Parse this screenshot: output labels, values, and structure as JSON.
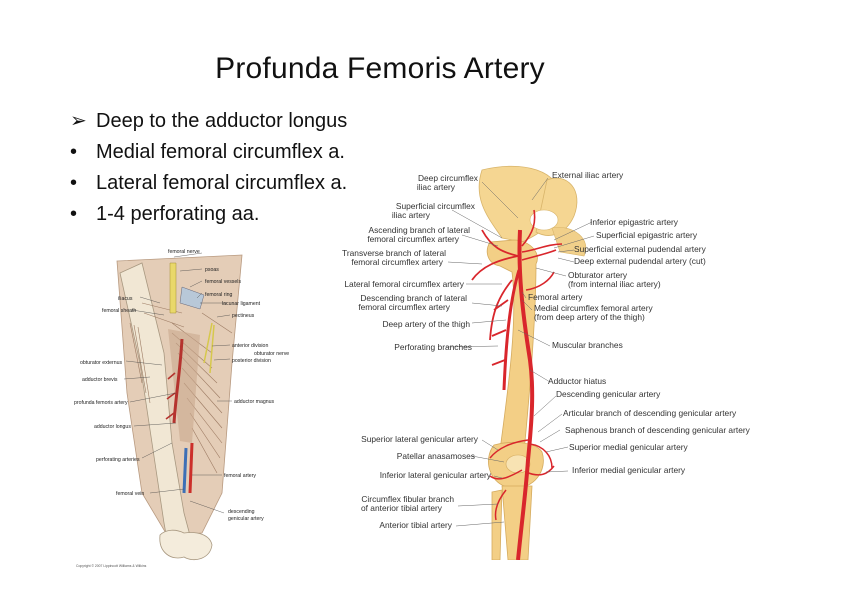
{
  "slide": {
    "title": "Profunda Femoris Artery",
    "bullets": [
      {
        "marker": "➢",
        "text": "Deep to the adductor longus"
      },
      {
        "marker": "•",
        "text": "Medial femoral circumflex a."
      },
      {
        "marker": "•",
        "text": "Lateral femoral circumflex a."
      },
      {
        "marker": "•",
        "text": "1-4 perforating aa."
      }
    ]
  },
  "figure_left": {
    "labels": {
      "femoral_nerve": "femoral nerve",
      "psoas": "psoas",
      "femoral_vessels": "femoral vessels",
      "iliacus": "iliacus",
      "femoral_ring": "femoral ring",
      "lacunar_ligament": "lacunar ligament",
      "femoral_sheath": "femoral sheath",
      "pectineus": "pectineus",
      "anterior_division": "anterior division",
      "obturator_nerve": "obturator nerve",
      "obturator_externus": "obturator externus",
      "posterior_division": "posterior division",
      "adductor_brevis": "adductor brevis",
      "profunda_femoris_artery": "profunda femoris artery",
      "adductor_magnus": "adductor magnus",
      "adductor_longus": "adductor longus",
      "perforating_arteries": "perforating arteries",
      "femoral_artery": "femoral artery",
      "femoral_vein": "femoral vein",
      "descending_genicular_artery_1": "descending",
      "descending_genicular_artery_2": "genicular artery",
      "copyright": "Copyright © 2007 Lippincott Williams & Wilkins"
    }
  },
  "figure_right": {
    "labels_left": [
      "Deep circumflex",
      "iliac artery",
      "Superficial circumflex",
      "iliac artery",
      "Ascending branch of lateral",
      "femoral circumflex artery",
      "Transverse branch of lateral",
      "femoral circumflex artery",
      "Lateral femoral circumflex artery",
      "Descending branch of lateral",
      "femoral circumflex artery",
      "Deep artery of the thigh",
      "Perforating branches",
      "Superior lateral genicular artery",
      "Patellar anasamoses",
      "Inferior lateral genicular artery",
      "Circumflex fibular branch",
      "of anterior tibial artery",
      "Anterior tibial artery"
    ],
    "labels_right": [
      "External iliac artery",
      "Inferior epigastric artery",
      "Superficial epigastric artery",
      "Superficial external pudendal artery",
      "Deep external pudendal artery (cut)",
      "Obturator artery",
      "(from internal iliac artery)",
      "Femoral artery",
      "Medial circumflex femoral artery",
      "(from deep artery of the thigh)",
      "Muscular branches",
      "Adductor hiatus",
      "Descending genicular artery",
      "Articular branch of descending genicular artery",
      "Saphenous branch of descending genicular artery",
      "Superior medial genicular artery",
      "Inferior medial genicular artery"
    ]
  },
  "colors": {
    "artery": "#d9262c",
    "bone": "#f3cf86",
    "bone_light": "#f8e3b3",
    "muscle": "#d9b79a",
    "vein": "#4a7fc0"
  }
}
